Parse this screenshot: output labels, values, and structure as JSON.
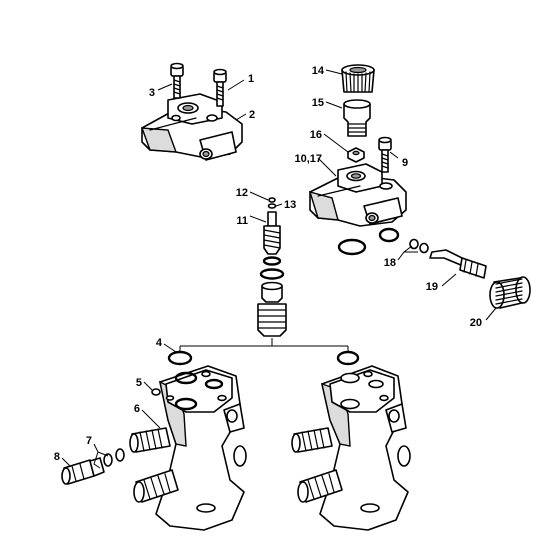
{
  "callouts": [
    {
      "id": "c1",
      "text": "1"
    },
    {
      "id": "c2",
      "text": "2"
    },
    {
      "id": "c3",
      "text": "3"
    },
    {
      "id": "c4",
      "text": "4"
    },
    {
      "id": "c5",
      "text": "5"
    },
    {
      "id": "c6",
      "text": "6"
    },
    {
      "id": "c7",
      "text": "7"
    },
    {
      "id": "c8",
      "text": "8"
    },
    {
      "id": "c9",
      "text": "9"
    },
    {
      "id": "c10",
      "text": "10,17"
    },
    {
      "id": "c11",
      "text": "11"
    },
    {
      "id": "c12",
      "text": "12"
    },
    {
      "id": "c13",
      "text": "13"
    },
    {
      "id": "c14",
      "text": "14"
    },
    {
      "id": "c15",
      "text": "15"
    },
    {
      "id": "c16",
      "text": "16"
    },
    {
      "id": "c18",
      "text": "18"
    },
    {
      "id": "c19",
      "text": "19"
    },
    {
      "id": "c20",
      "text": "20"
    }
  ]
}
